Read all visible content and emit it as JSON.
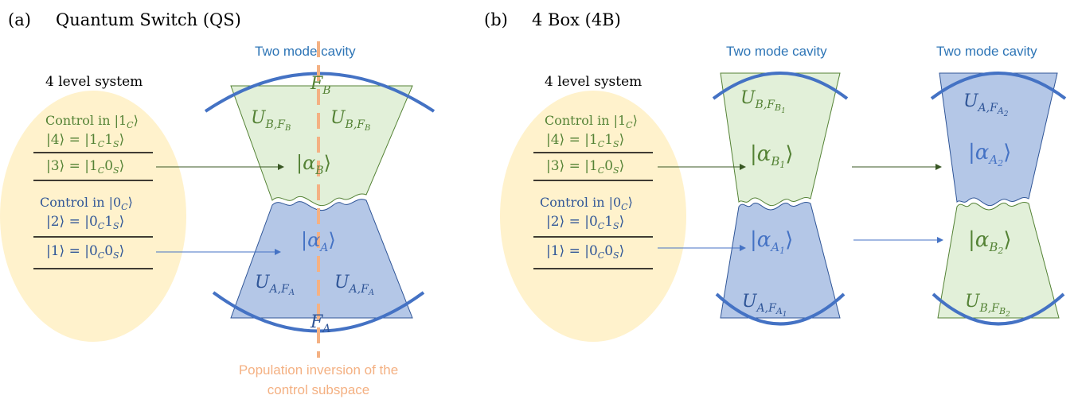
{
  "panel_a": {
    "letter": "(a)",
    "title": "Quantum Switch (QS)",
    "cavity_label": "Two mode cavity",
    "system_label": "4 level system",
    "control_1_label": "Control in |1",
    "control_1_sub": "C",
    "state_4": "|4⟩ = |1",
    "state_4_tail": "1",
    "state_3": "|3⟩ = |1",
    "state_3_tail": "0",
    "control_0_label": "Control in |0",
    "control_0_sub": "C",
    "state_2": "|2⟩ = |0",
    "state_2_tail": "1",
    "state_1": "|1⟩ = |0",
    "state_1_tail": "0",
    "ket_alpha_B": "|α",
    "ket_alpha_B_sub": "B",
    "ket_alpha_A": "|α",
    "ket_alpha_A_sub": "A",
    "F_B": "F",
    "F_B_sub": "B",
    "F_A": "F",
    "F_A_sub": "A",
    "U_B_left": "U",
    "U_B_sub": "B,F",
    "U_B_subsub": "B",
    "U_A_sub": "A,F",
    "U_A_subsub": "A",
    "inversion_line1": "Population inversion of the",
    "inversion_line2": "control subspace"
  },
  "panel_b": {
    "letter": "(b)",
    "title": "4 Box (4B)",
    "cavity_label_1": "Two mode cavity",
    "cavity_label_2": "Two mode cavity",
    "system_label": "4 level system",
    "control_1_label": "Control in |1",
    "control_0_label": "Control in |0",
    "sub_C": "C",
    "sub_S": "S",
    "state_4": "|4⟩ = |1",
    "state_3": "|3⟩ = |1",
    "state_2": "|2⟩ = |0",
    "state_1": "|1⟩ = |0",
    "U_B1": "U",
    "U_B1_sub": "B,F",
    "U_B1_subsub": "B",
    "U_B1_idx": "1",
    "alpha_B1": "|α",
    "alpha_B1_sub": "B",
    "alpha_B1_idx": "1",
    "alpha_A1": "|α",
    "alpha_A1_sub": "A",
    "alpha_A1_idx": "1",
    "U_A1": "U",
    "U_A1_sub": "A,F",
    "U_A1_subsub": "A",
    "U_A1_idx": "1",
    "U_A2": "U",
    "U_A2_sub": "A,F",
    "U_A2_subsub": "A",
    "U_A2_idx": "2",
    "alpha_A2": "|α",
    "alpha_A2_sub": "A",
    "alpha_A2_idx": "2",
    "alpha_B2": "|α",
    "alpha_B2_sub": "B",
    "alpha_B2_idx": "2",
    "U_B2": "U",
    "U_B2_sub": "B,F",
    "U_B2_subsub": "B",
    "U_B2_idx": "2"
  },
  "colors": {
    "green_fill": "#e2f0d9",
    "blue_fill": "#b4c7e7",
    "ellipse_fill": "#fff2cc",
    "cavity_blue": "#4472c4",
    "label_blue": "#2e75b6",
    "green_text": "#548235",
    "blue_text": "#2f5597",
    "orange": "#f4b183",
    "dark_green": "#385723"
  }
}
